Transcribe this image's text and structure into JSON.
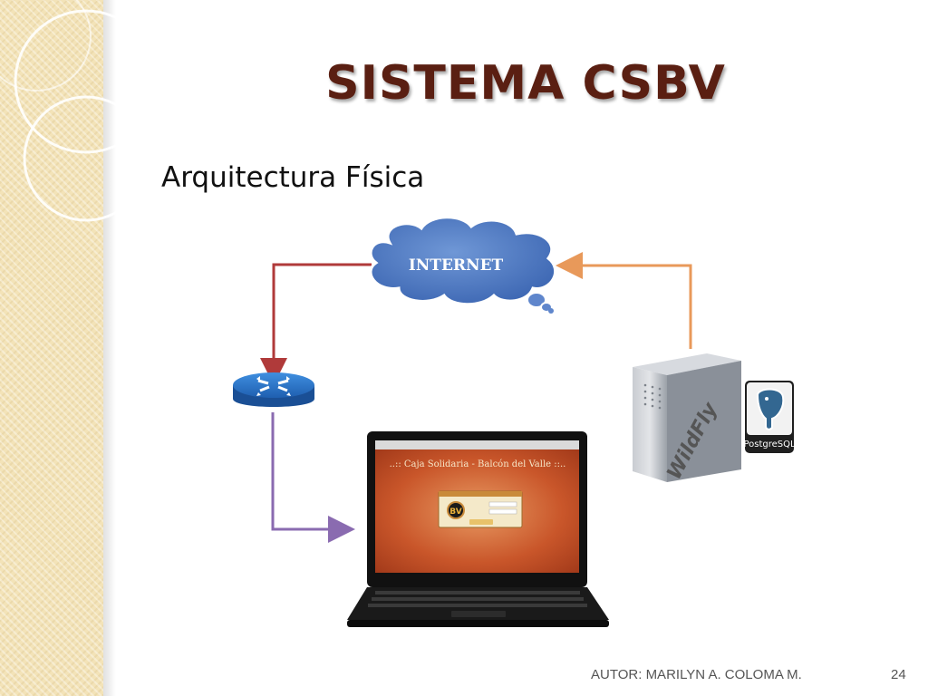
{
  "slide": {
    "title": "SISTEMA CSBV",
    "subtitle": "Arquitectura Física",
    "author": "AUTOR: MARILYN A. COLOMA M.",
    "page_number": "24"
  },
  "diagram": {
    "cloud_label": "INTERNET",
    "server_brand": "WildFly",
    "database_label": "PostgreSQL",
    "laptop_screen_title": "..:: Caja Solidaria - Balcón del Valle ::..",
    "laptop_logo": "BV",
    "arrow_colors": {
      "router_link": "#b03a3a",
      "server_link": "#e8995a",
      "laptop_link": "#8a6bb0"
    }
  }
}
